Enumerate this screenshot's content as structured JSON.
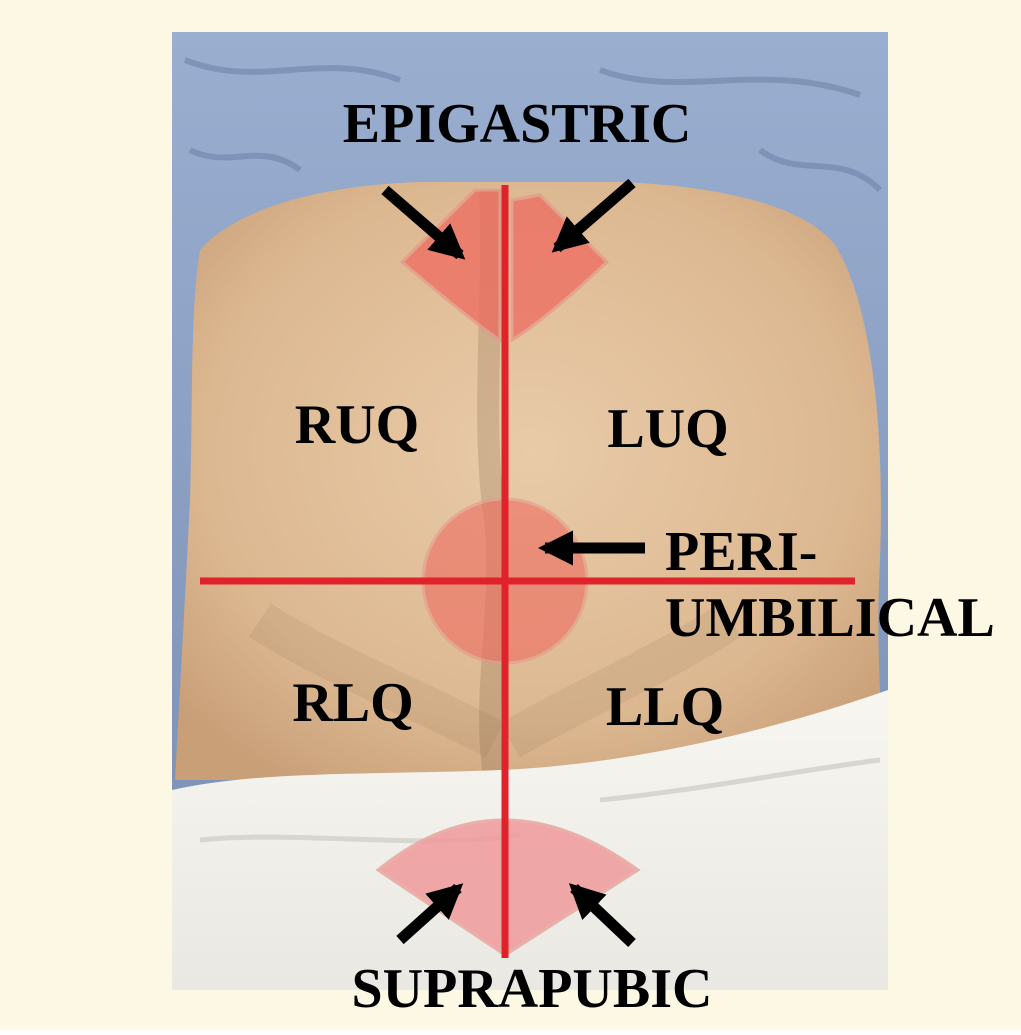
{
  "labels": {
    "epigastric": "EPIGASTRIC",
    "ruq": "RUQ",
    "luq": "LUQ",
    "peri_line1": "PERI-",
    "peri_line2": "UMBILICAL",
    "rlq": "RLQ",
    "llq": "LLQ",
    "suprapubic": "SUPRAPUBIC"
  },
  "colors": {
    "frame_background": "#fdf8e3",
    "drape": "#8fa3c4",
    "skin": "#e2c19c",
    "sheet": "#f2f1ec",
    "quadrant_lines": "#e0222a",
    "region_highlight": "#ef6a5f",
    "suprapubic_highlight": "#f09a9c",
    "arrows": "#000000"
  }
}
